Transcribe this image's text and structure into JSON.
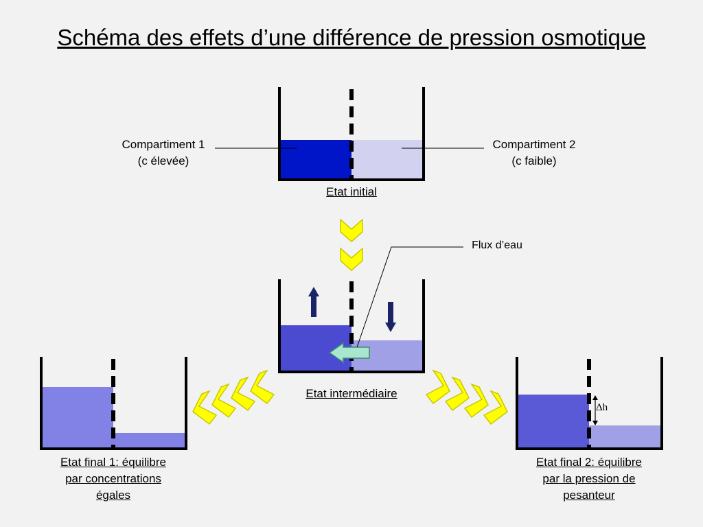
{
  "title": "Schéma des effets d’une différence de pression osmotique",
  "labels": {
    "compartiment1_name": "Compartiment 1",
    "compartiment1_conc": "(c élevée)",
    "compartiment2_name": "Compartiment 2",
    "compartiment2_conc": "(c faible)",
    "etat_initial": "Etat initial",
    "flux_eau": "Flux d’eau",
    "etat_intermediaire": "Etat intermédiaire",
    "final1_line1": "Etat final 1: équilibre",
    "final1_line2": "par concentrations",
    "final1_line3": "égales",
    "final2_line1": "Etat final 2: équilibre",
    "final2_line2": "par la pression de",
    "final2_line3": "pesanteur",
    "delta_h": "Δh"
  },
  "colors": {
    "background": "#f2f2f2",
    "high_concentration": "#0014c8",
    "low_concentration": "#d2d2f0",
    "intermediate_left": "#4b4bd2",
    "intermediate_right": "#a0a0e6",
    "final1_fill": "#8282e6",
    "final2_left": "#5a5ad7",
    "final2_right": "#a0a0e6",
    "chevron_fill": "#ffff00",
    "chevron_stroke": "#c8c800",
    "flow_arrow": "#a8e6cf",
    "level_arrow": "#1a2366"
  }
}
